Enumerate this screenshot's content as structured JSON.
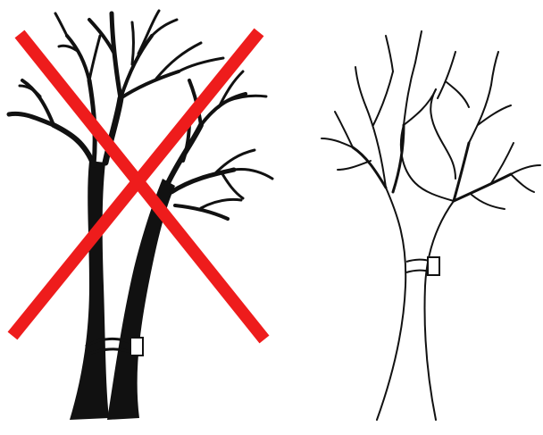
{
  "diagram": {
    "panels": [
      {
        "id": "incorrect",
        "depicts": "double-trunk-tree",
        "marked": "crossed-out"
      },
      {
        "id": "correct",
        "depicts": "single-trunk-tree",
        "marked": "none"
      }
    ],
    "colors": {
      "ink": "#111111",
      "cross": "#ee1c1c",
      "background": "#ffffff",
      "tag": "#ffffff"
    },
    "icons": [
      "red-x-cross-icon",
      "tree-tag-icon",
      "strap-band-icon"
    ]
  }
}
